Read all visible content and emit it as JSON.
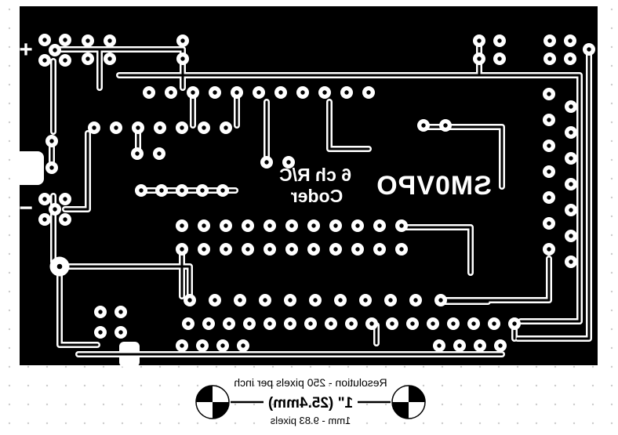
{
  "board": {
    "plus_label": "+",
    "minus_label": "−",
    "title_line1": "6 ch R/C",
    "title_line2": "Coder",
    "callsign": "SM0VPO"
  },
  "legend": {
    "resolution_line": "Resolution - 250 pixels per inch",
    "scale_label": "1\" (25.4mm)",
    "pixel_line": "1mm - 9.83 pixels"
  },
  "colors": {
    "copper": "#000000",
    "clearance": "#ffffff",
    "background": "#ffffff",
    "grid_dot": "#cccccc"
  }
}
